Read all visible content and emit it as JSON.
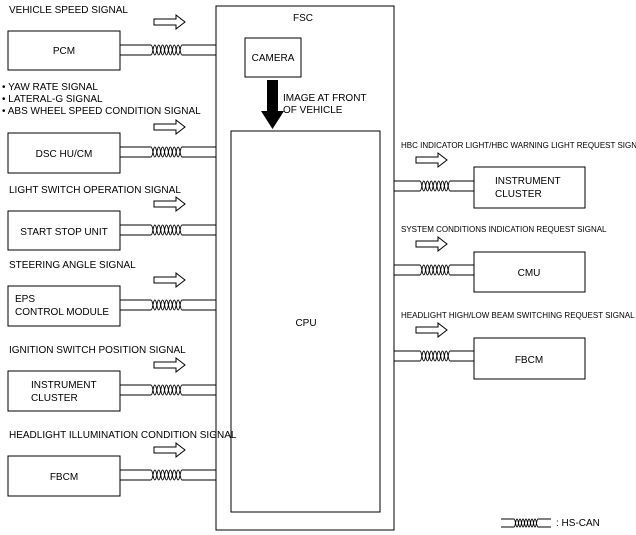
{
  "fsc": {
    "title": "FSC",
    "camera": "CAMERA",
    "image_label": [
      "IMAGE AT FRONT",
      "OF VEHICLE"
    ],
    "cpu": "CPU"
  },
  "inputs": [
    {
      "signal": [
        "VEHICLE SPEED SIGNAL"
      ],
      "module": [
        "PCM"
      ]
    },
    {
      "signal": [
        "• YAW RATE SIGNAL",
        "• LATERAL-G SIGNAL",
        "• ABS WHEEL SPEED CONDITION SIGNAL"
      ],
      "module": [
        "DSC HU/CM"
      ]
    },
    {
      "signal": [
        "LIGHT SWITCH OPERATION SIGNAL"
      ],
      "module": [
        "START STOP UNIT"
      ]
    },
    {
      "signal": [
        "STEERING ANGLE SIGNAL"
      ],
      "module": [
        "EPS",
        "CONTROL MODULE"
      ]
    },
    {
      "signal": [
        "IGNITION SWITCH POSITION SIGNAL"
      ],
      "module": [
        "INSTRUMENT",
        "CLUSTER"
      ]
    },
    {
      "signal": [
        "HEADLIGHT ILLUMINATION CONDITION SIGNAL"
      ],
      "module": [
        "FBCM"
      ]
    }
  ],
  "outputs": [
    {
      "signal": "HBC INDICATOR LIGHT/HBC WARNING LIGHT REQUEST SIGNAL",
      "module": [
        "INSTRUMENT",
        "CLUSTER"
      ]
    },
    {
      "signal": "SYSTEM CONDITIONS INDICATION REQUEST SIGNAL",
      "module": [
        "CMU"
      ]
    },
    {
      "signal": "HEADLIGHT HIGH/LOW BEAM SWITCHING REQUEST SIGNAL",
      "module": [
        "FBCM"
      ]
    }
  ],
  "legend": {
    "label": ": HS-CAN"
  }
}
